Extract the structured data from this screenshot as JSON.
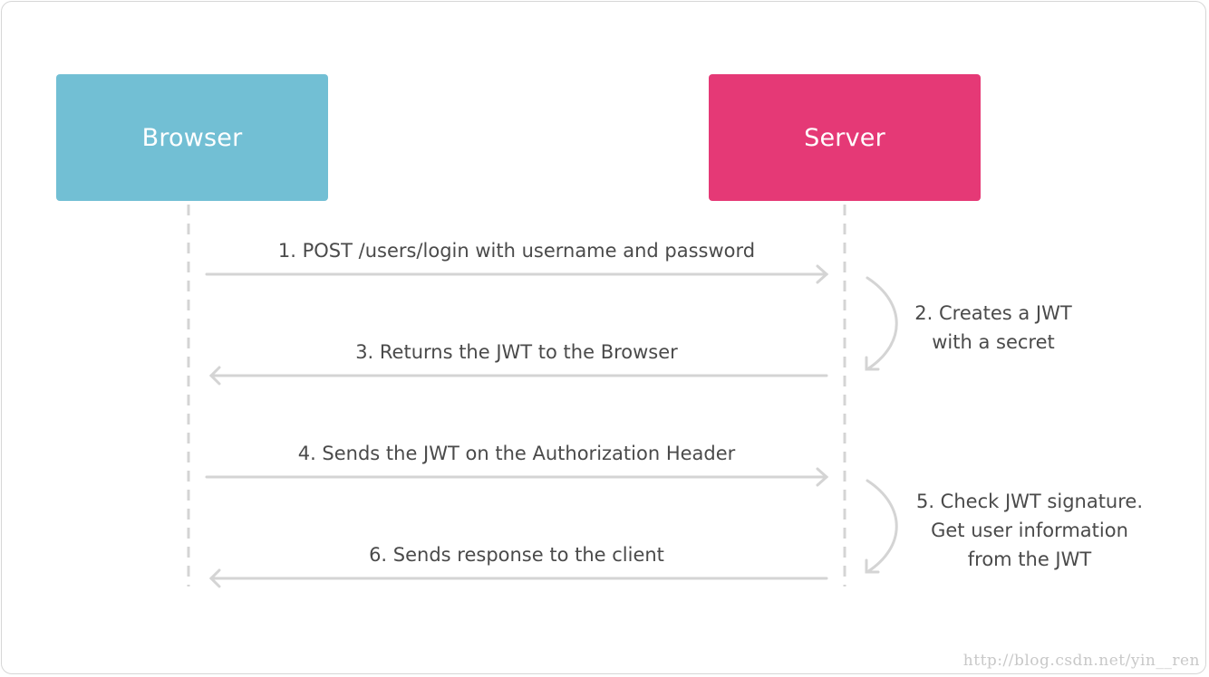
{
  "actors": {
    "browser": {
      "label": "Browser",
      "color": "#72bfd4"
    },
    "server": {
      "label": "Server",
      "color": "#e53976"
    }
  },
  "messages": [
    {
      "step": 1,
      "direction": "browser-to-server",
      "label": "1. POST /users/login with username and password"
    },
    {
      "step": 3,
      "direction": "server-to-browser",
      "label": "3. Returns the JWT to the Browser"
    },
    {
      "step": 4,
      "direction": "browser-to-server",
      "label": "4. Sends the JWT on the Authorization Header"
    },
    {
      "step": 6,
      "direction": "server-to-browser",
      "label": "6. Sends response to the client"
    }
  ],
  "notes": [
    {
      "step": 2,
      "lines": [
        "2. Creates a JWT",
        "with a secret"
      ]
    },
    {
      "step": 5,
      "lines": [
        "5. Check JWT signature.",
        "Get user information",
        "from the JWT"
      ]
    }
  ],
  "watermark": "http://blog.csdn.net/yin__ren",
  "colors": {
    "line": "#d4d4d4",
    "text": "#4a4a4a"
  }
}
